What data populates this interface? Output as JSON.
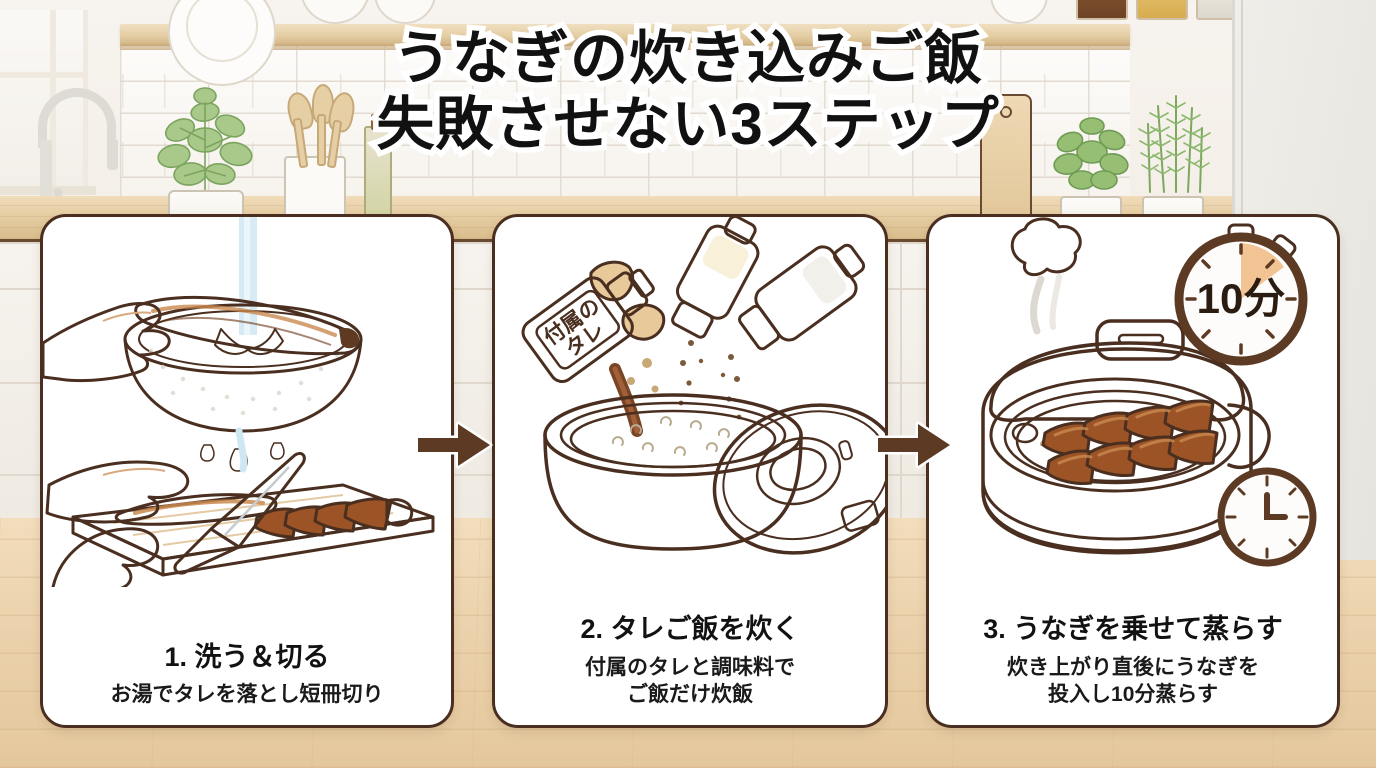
{
  "title": {
    "line1": "うなぎの炊き込みご飯",
    "line2": "失敗させない3ステップ"
  },
  "colors": {
    "ink": "#4a2f20",
    "card_border": "#4a2f20",
    "card_bg": "#ffffff",
    "counter_wood": "#e7cfa5",
    "floor_wood": "#ecd3ae",
    "eel_brown": "#8a4a22",
    "accent_orange": "#f0a85a",
    "title_text": "#111111",
    "title_stroke": "#ffffff"
  },
  "steps": [
    {
      "number": "1.",
      "title": "1. 洗う＆切る",
      "subtitle": "お湯でタレを落とし短冊切り",
      "illustration": "hand-washing-eel-in-colander-and-slicing-eel-on-cutting-board"
    },
    {
      "number": "2.",
      "title": "2. タレご飯を炊く",
      "subtitle_line1": "付属のタレと調味料で",
      "subtitle_line2": "ご飯だけ炊飯",
      "illustration": "sauce-bottles-pouring-into-rice-cooker-inner-pot",
      "bottle_label_line1": "付属の",
      "bottle_label_line2": "タレ"
    },
    {
      "number": "3.",
      "title": "3. うなぎを乗せて蒸らす",
      "subtitle_line1": "炊き上がり直後にうなぎを",
      "subtitle_line2": "投入し10分蒸らす",
      "illustration": "rice-cooker-with-eel-on-rice-steaming",
      "timer_label": "10分"
    }
  ],
  "arrows": [
    {
      "name": "arrow-step1-to-step2",
      "direction": "right"
    },
    {
      "name": "arrow-step2-to-step3",
      "direction": "right"
    }
  ],
  "background": {
    "scene": "kitchen-counter-with-subway-tile-open-shelf-plants-and-fridge",
    "items": [
      "faucet",
      "window",
      "wall-shelf",
      "plates",
      "bowls",
      "spice-jars",
      "basil-plant",
      "rosemary-plant",
      "utensil-jar",
      "wooden-spoons",
      "olive-oil-bottle",
      "cutting-board",
      "refrigerator"
    ]
  }
}
